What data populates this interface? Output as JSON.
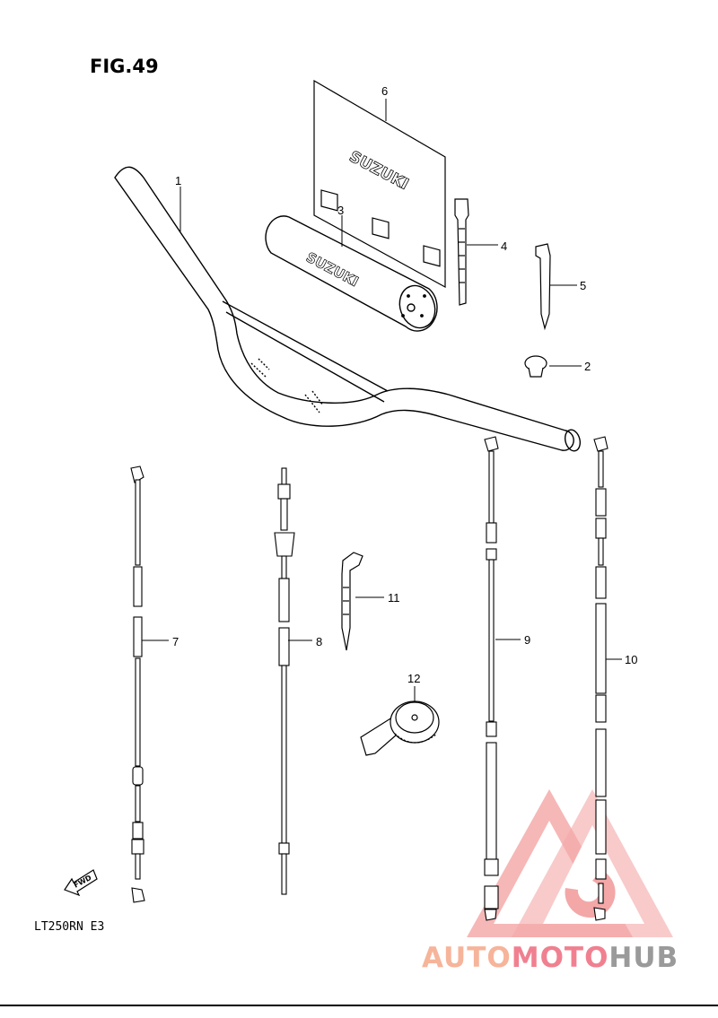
{
  "figure": {
    "title": "FIG.49",
    "model_code": "LT250RN  E3"
  },
  "branding": {
    "decal_text": "SUZUKI",
    "pad_text": "SUZUKI",
    "fwd_label": "FWD"
  },
  "callouts": [
    {
      "id": "1",
      "label": "1"
    },
    {
      "id": "2",
      "label": "2"
    },
    {
      "id": "3",
      "label": "3"
    },
    {
      "id": "4",
      "label": "4"
    },
    {
      "id": "5",
      "label": "5"
    },
    {
      "id": "6",
      "label": "6"
    },
    {
      "id": "7",
      "label": "7"
    },
    {
      "id": "8",
      "label": "8"
    },
    {
      "id": "9",
      "label": "9"
    },
    {
      "id": "10",
      "label": "10"
    },
    {
      "id": "11",
      "label": "11"
    },
    {
      "id": "12",
      "label": "12"
    }
  ],
  "watermark": {
    "part_a": "AUTO",
    "part_b": "MOTO",
    "part_c": "HUB",
    "color_a": "#f6b49a",
    "color_b": "#f08090",
    "color_c": "#9a9a9a"
  }
}
